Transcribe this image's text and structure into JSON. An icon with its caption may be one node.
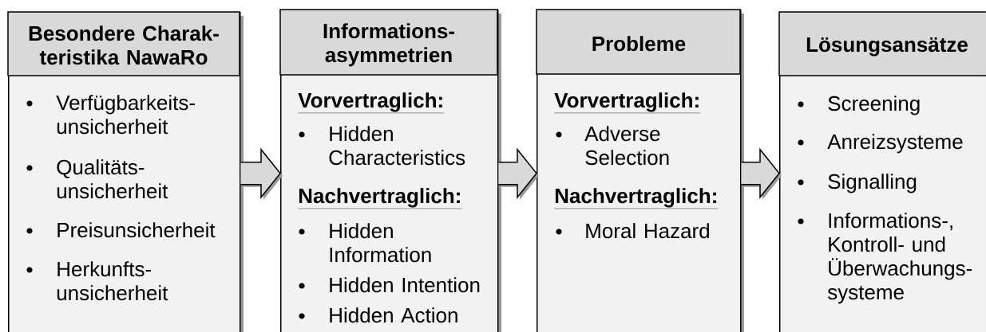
{
  "diagram": {
    "nodes": [
      {
        "text": [
          "Besondere Charak- teristika NawaRo",
          "Verfügbarkeits- unsicherheit",
          "Qualitäts- unsicherheit",
          "Preisunsicherheit",
          "Herkunfts- unsicherheit"
        ]
      },
      {
        "text": [
          "Informations- asymmetrien",
          "Vorvertraglich:",
          "Hidden Characteristics",
          "Nachvertraglich:",
          "Hidden Information",
          "Hidden Intention",
          "Hidden Action"
        ]
      },
      {
        "text": [
          "Probleme",
          "Vorvertraglich:",
          "Adverse Selection",
          "Nachvertraglich:",
          "Moral Hazard"
        ]
      },
      {
        "text": [
          "Lösungsansätze",
          "Screening",
          "Anreizsysteme",
          "Signalling",
          "Informations-, Kontroll- und Überwachungs- systeme"
        ]
      }
    ],
    "edges": [
      {
        "from": 0,
        "to": 1,
        "arrow": "to"
      },
      {
        "from": 1,
        "to": 2,
        "arrow": "to"
      },
      {
        "from": 2,
        "to": 3,
        "arrow": "to"
      }
    ]
  }
}
